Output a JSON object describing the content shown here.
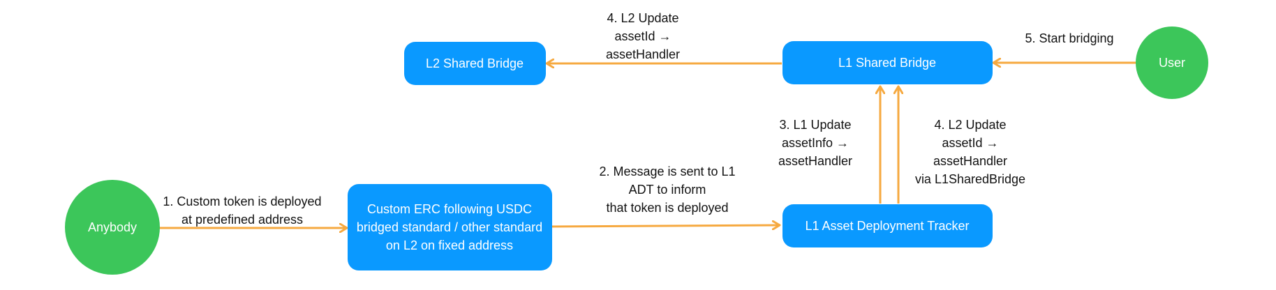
{
  "colors": {
    "box": "#0a99ff",
    "circle": "#3cc65a",
    "arrow": "#f6a940",
    "node_text": "#ffffff",
    "label_text": "#111111"
  },
  "nodes": {
    "anybody": {
      "lines": [
        "Anybody"
      ]
    },
    "user": {
      "lines": [
        "User"
      ]
    },
    "l2_shared_bridge": {
      "lines": [
        "L2 Shared Bridge"
      ]
    },
    "l1_shared_bridge": {
      "lines": [
        "L1 Shared Bridge"
      ]
    },
    "custom_erc": {
      "lines": [
        "Custom ERC following USDC",
        "bridged standard / other standard",
        "on L2 on fixed address"
      ]
    },
    "l1_asset_deployment_tracker": {
      "lines": [
        "L1 Asset Deployment Tracker"
      ]
    }
  },
  "edge_labels": {
    "step1": [
      "1.  Custom token is deployed",
      "at predefined address"
    ],
    "step2": [
      "2. Message is sent to L1",
      "ADT to inform",
      "that token is deployed"
    ],
    "step3": [
      "3. L1 Update",
      "assetInfo →",
      "assetHandler"
    ],
    "step4_right": [
      "4. L2 Update",
      "assetId →",
      "assetHandler",
      "via L1SharedBridge"
    ],
    "step4_top": [
      "4. L2 Update",
      "assetId →",
      "assetHandler"
    ],
    "step5": [
      "5. Start bridging"
    ]
  }
}
